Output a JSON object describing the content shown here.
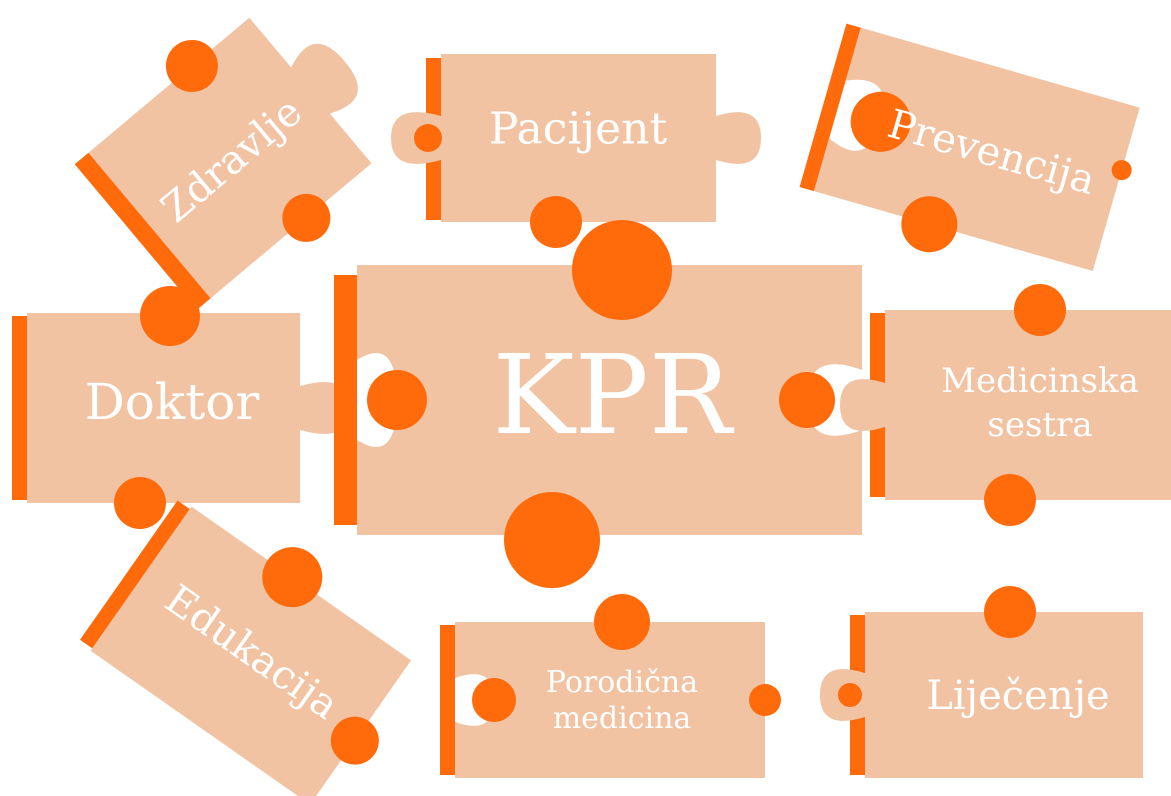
{
  "colors": {
    "piece_face": "#f1c3a3",
    "piece_edge": "#ff6a0a",
    "label": "#ffffff",
    "background": "#ffffff"
  },
  "center": {
    "label": "KPR"
  },
  "pieces": [
    {
      "key": "zdravlje",
      "lines": [
        "Zdravlje"
      ]
    },
    {
      "key": "pacijent",
      "lines": [
        "Pacijent"
      ]
    },
    {
      "key": "prevencija",
      "lines": [
        "Prevencija"
      ]
    },
    {
      "key": "doktor",
      "lines": [
        "Doktor"
      ]
    },
    {
      "key": "medicinska_sestra",
      "lines": [
        "Medicinska",
        "sestra"
      ]
    },
    {
      "key": "edukacija",
      "lines": [
        "Edukacija"
      ]
    },
    {
      "key": "porodicna_medicina",
      "lines": [
        "Porodična",
        "medicina"
      ]
    },
    {
      "key": "lijecenje",
      "lines": [
        "Liječenje"
      ]
    }
  ]
}
